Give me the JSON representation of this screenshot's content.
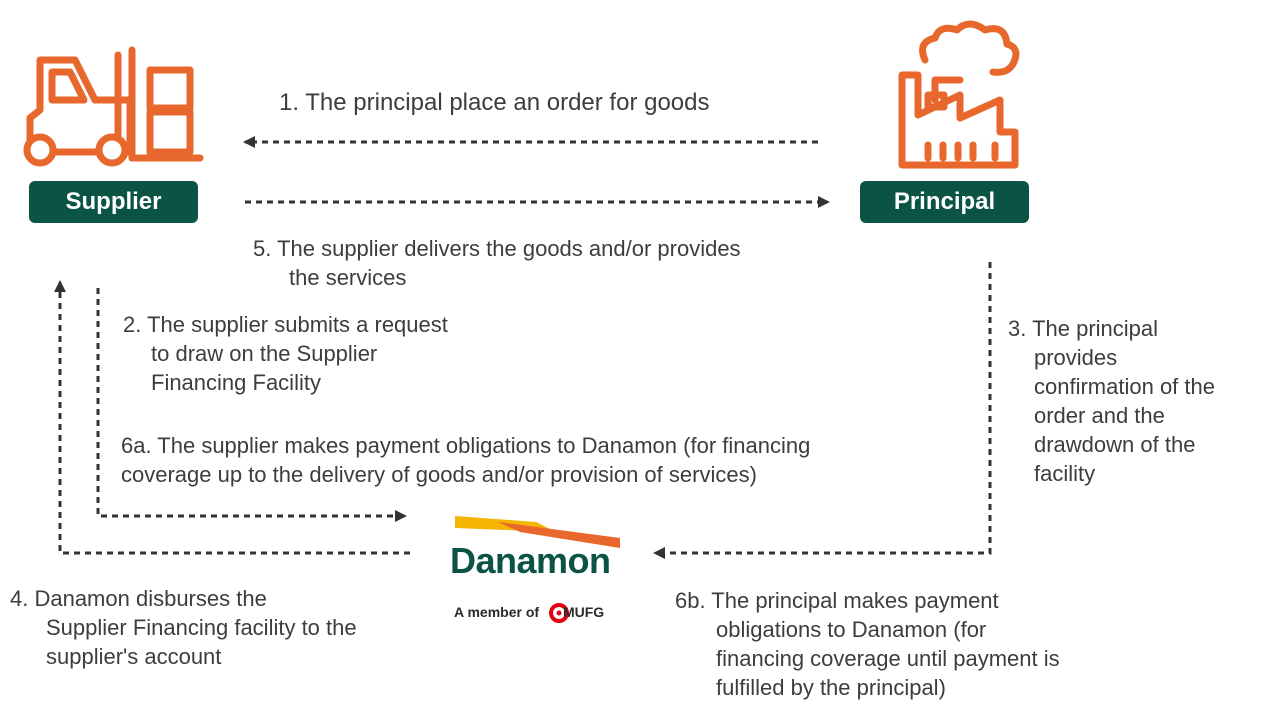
{
  "colors": {
    "accent_orange": "#e8672c",
    "brand_green": "#0b5345",
    "brand_yellow": "#f5b400",
    "mufg_red": "#e60012",
    "arrow": "#333333",
    "text": "#3d3d3d"
  },
  "icons": {
    "supplier": "forklift-icon",
    "principal": "factory-icon"
  },
  "actors": {
    "supplier": "Supplier",
    "principal": "Principal"
  },
  "steps": {
    "s1": "1.   The principal place an order for goods",
    "s5_line1": "5.  The supplier delivers the goods and/or provides",
    "s5_line2": "the services",
    "s2_line1": "2. The supplier submits a request",
    "s2_line2": "to draw on the Supplier",
    "s2_line3": "Financing Facility",
    "s3_line1": "3. The principal",
    "s3_line2": "provides",
    "s3_line3": "confirmation of the",
    "s3_line4": "order and the",
    "s3_line5": "drawdown of the",
    "s3_line6": "facility",
    "s6a_line1": "6a. The supplier makes payment obligations to Danamon (for financing",
    "s6a_line2": "coverage up to the delivery of goods and/or provision of services)",
    "s4_line1": "4.  Danamon disburses the",
    "s4_line2": "Supplier Financing facility to the",
    "s4_line3": "supplier's account",
    "s6b_line1": "6b. The principal makes payment",
    "s6b_line2": "obligations to Danamon (for",
    "s6b_line3": "financing coverage until payment is",
    "s6b_line4": "fulfilled by the principal)"
  },
  "brand": {
    "name": "Danamon",
    "tagline_prefix": "A member of",
    "tagline_group": "MUFG"
  }
}
